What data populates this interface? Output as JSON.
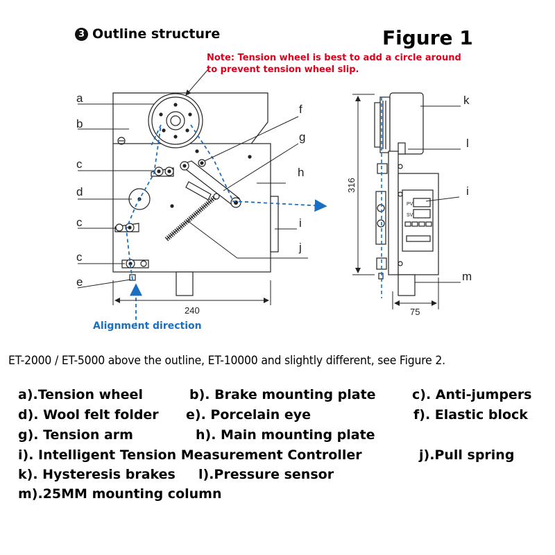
{
  "header": {
    "section_number": "3",
    "section_title": "Outline structure",
    "figure_title": "Figure 1",
    "note_line1": "Note: Tension wheel is best to add a circle around",
    "note_line2": "to prevent tension wheel slip."
  },
  "diagram": {
    "labels": {
      "a": "a",
      "b": "b",
      "c1": "c",
      "d": "d",
      "c2": "c",
      "c3": "c",
      "e": "e",
      "f": "f",
      "g": "g",
      "h": "h",
      "i1": "i",
      "j": "j",
      "k": "k",
      "l": "l",
      "i2": "i",
      "m": "m"
    },
    "dimensions": {
      "width": "240",
      "height": "316",
      "depth": "75"
    },
    "alignment_label": "Alignment direction",
    "controller_text": {
      "pv": "PV",
      "sv": "SV"
    },
    "colors": {
      "thread_path": "#1a6fc0",
      "line": "#222222",
      "note": "#e0001b"
    }
  },
  "caption": "ET-2000 / ET-5000 above the outline, ET-10000 and slightly different, see Figure 2.",
  "legend": {
    "row1": [
      "a).Tension wheel",
      "b). Brake mounting plate",
      "c). Anti-jumpers"
    ],
    "row2": [
      "d). Wool felt folder",
      "e). Porcelain eye",
      "f). Elastic block"
    ],
    "row3": [
      "g). Tension arm",
      "h). Main mounting plate"
    ],
    "row4": [
      "i). Intelligent Tension Measurement Controller",
      "j).Pull spring"
    ],
    "row5": [
      "k). Hysteresis brakes",
      "l).Pressure sensor"
    ],
    "row6": [
      "m).25MM mounting column"
    ]
  }
}
